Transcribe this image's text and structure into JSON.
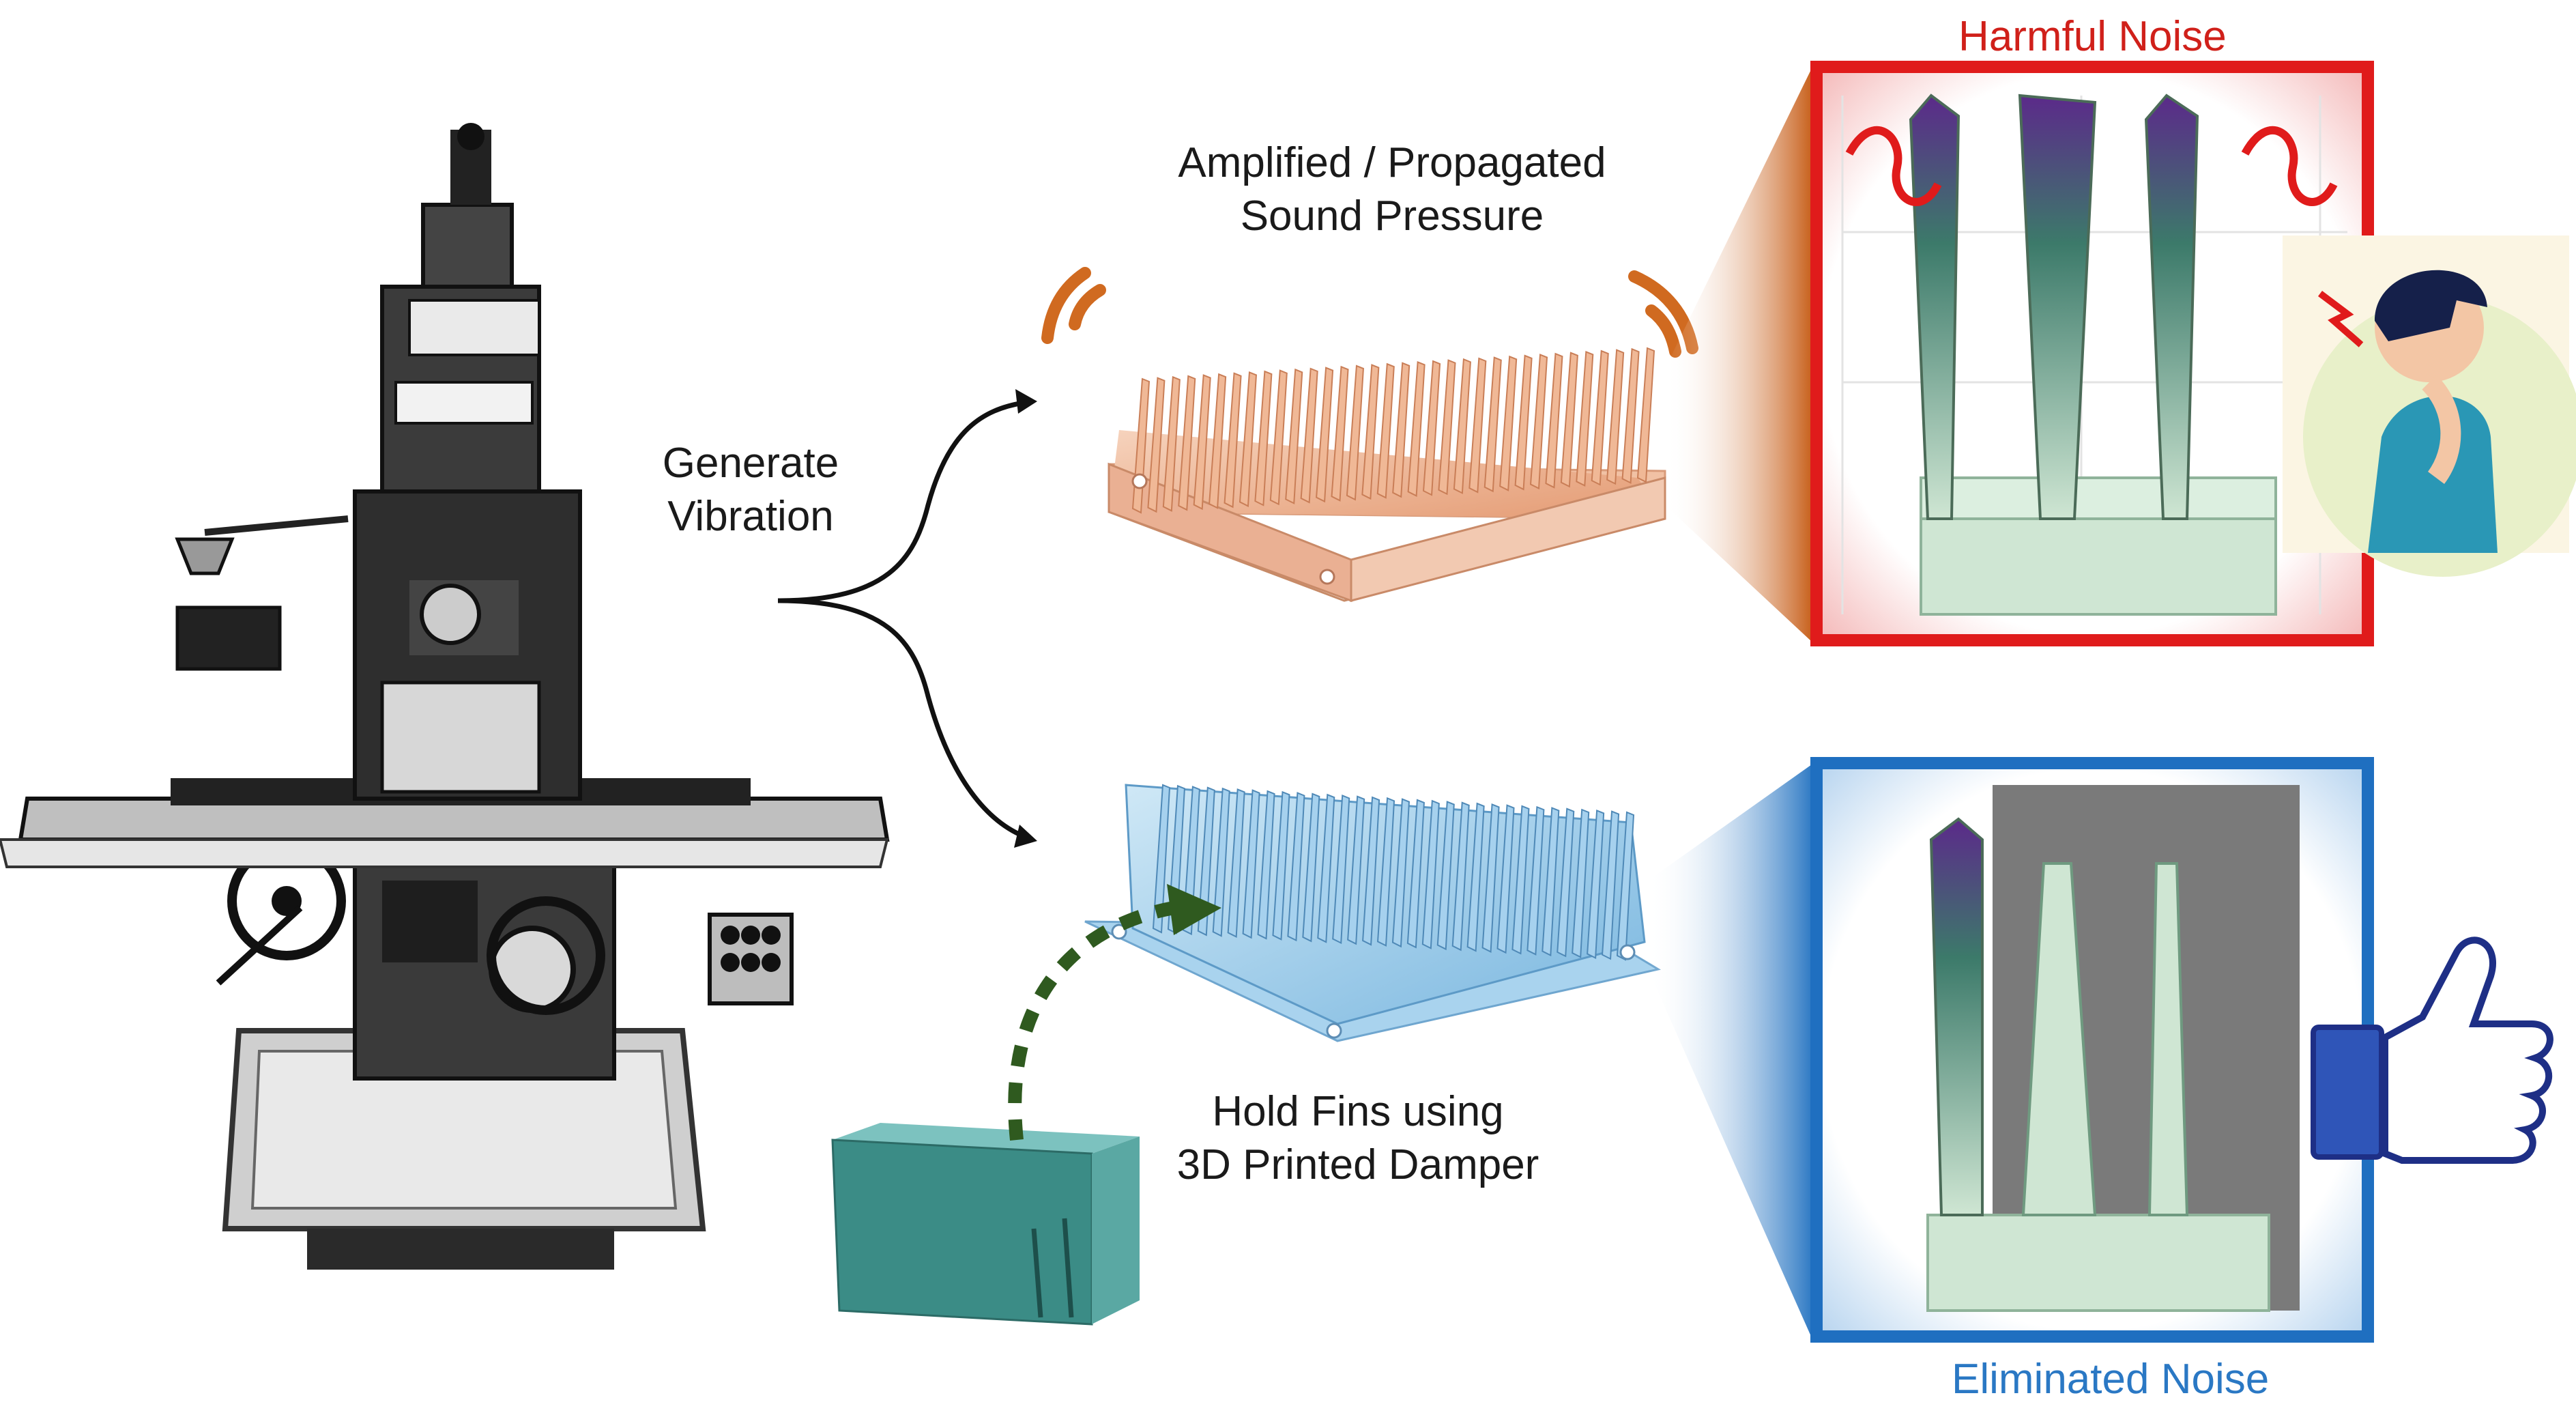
{
  "labels": {
    "generate_line1": "Generate",
    "generate_line2": "Vibration",
    "amplified_line1": "Amplified / Propagated",
    "amplified_line2": "Sound Pressure",
    "hold_line1": "Hold Fins using",
    "hold_line2": "3D Printed Damper",
    "harmful": "Harmful Noise",
    "eliminated": "Eliminated Noise"
  },
  "colors": {
    "harmful_frame": "#e01b1b",
    "eliminated_frame": "#1f6fc0",
    "copper_heatsink": "#e8a783",
    "blue_heatsink": "#8fc6e8",
    "damper": "#3b8c86",
    "dashed_arrow": "#2f5a1f",
    "fins_green": "#cfe6d3",
    "wave_red": "#e01b1b",
    "sound_arcs": "#d06a20"
  },
  "icons": {
    "machine": "milling-machine-icon",
    "person": "distressed-person-icon",
    "thumbs": "thumbs-up-icon"
  }
}
